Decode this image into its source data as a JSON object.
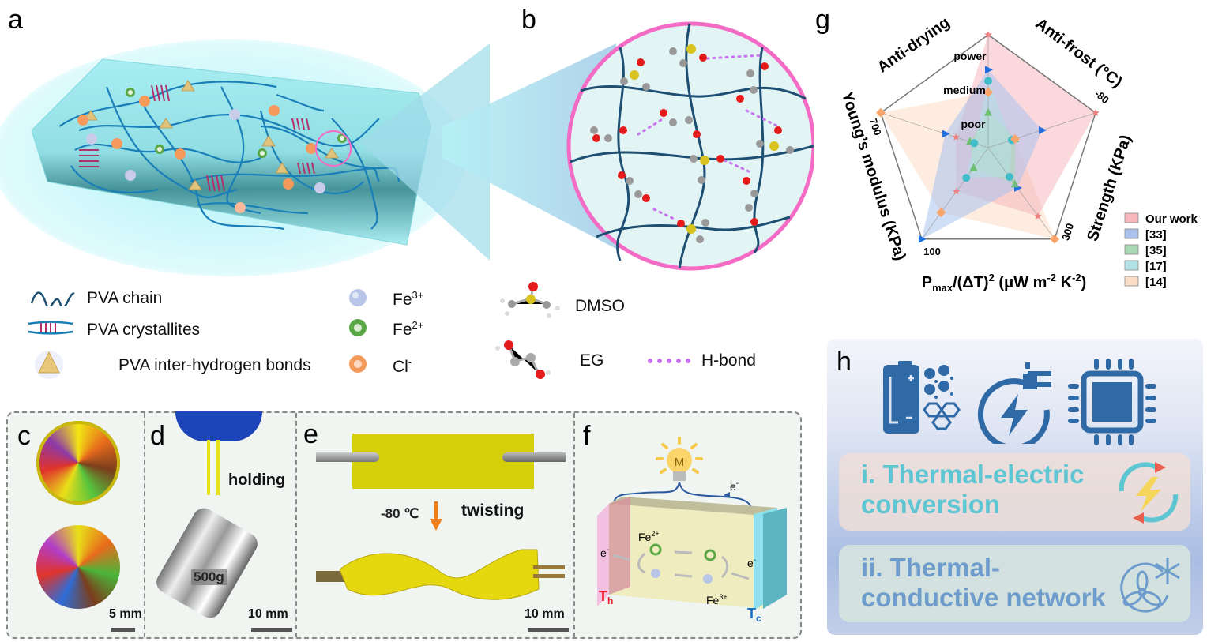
{
  "panels": {
    "a": {
      "label": "a"
    },
    "b": {
      "label": "b"
    },
    "c": {
      "label": "c",
      "scale": "5 mm"
    },
    "d": {
      "label": "d",
      "caption": "holding",
      "weight": "500g",
      "scale": "10 mm"
    },
    "e": {
      "label": "e",
      "temperature": "-80 ℃",
      "caption": "twisting",
      "scale": "10 mm"
    },
    "f": {
      "label": "f",
      "bulb": "M",
      "electron": "e",
      "electron_sup": "-",
      "fe2": "Fe",
      "fe2_sup": "2+",
      "fe3": "Fe",
      "fe3_sup": "3+",
      "hot": "T",
      "hot_sub": "h",
      "cold": "T",
      "cold_sub": "c"
    },
    "g": {
      "label": "g"
    },
    "h": {
      "label": "h",
      "icons": [
        "battery-material-icon",
        "power-plug-icon",
        "chip-icon"
      ],
      "item1": {
        "line1": "i. Thermal-electric",
        "line2": "conversion",
        "icon": "energy-cycle-icon"
      },
      "item2": {
        "line1": "ii. Thermal-",
        "line2": "conductive network",
        "icon": "fan-snowflake-icon"
      }
    }
  },
  "legend_a": {
    "pva_chain": "PVA chain",
    "pva_crystallites": "PVA crystallites",
    "pva_hbonds": "PVA inter-hydrogen bonds",
    "fe3": "Fe",
    "fe3_sup": "3+",
    "fe2": "Fe",
    "fe2_sup": "2+",
    "cl": "Cl",
    "cl_sup": "-",
    "dmso": "DMSO",
    "eg": "EG",
    "hbond": "H-bond"
  },
  "colors": {
    "hydrogel": "#8fe3ea",
    "pva": "#1a7fb8",
    "crystallite": "#b0306a",
    "fe3": "#b9c6ea",
    "fe2": "#5aa845",
    "cl": "#f39a5c",
    "hbond": "#c873f0",
    "zoom_ring": "#f36bc4",
    "h_icon": "#2f6aa6",
    "h_text1": "#5ec6d3",
    "h_text2": "#6e9ccc"
  },
  "chart_data": {
    "type": "radar",
    "title": "",
    "axes": [
      {
        "name": "Anti-drying",
        "tick": ""
      },
      {
        "name": "Anti-frost (°C)",
        "tick": "-80"
      },
      {
        "name": "Strength (KPa)",
        "tick": "300"
      },
      {
        "name": "P_max/(ΔT)^2 (μW m^-2 K^-2)",
        "tick": "100"
      },
      {
        "name": "Young’s modulus (KPa)",
        "tick": "700"
      }
    ],
    "axis_titles_display": {
      "anti_drying": "Anti-drying",
      "anti_frost": "Anti-frost (°C)",
      "strength": "Strength (KPa)",
      "pmax_main": "P",
      "pmax_sub": "max",
      "pmax_rest": "/(ΔT)",
      "pmax_sup2": "2",
      "pmax_unit": " (μW m",
      "pmax_sup_m": "-2",
      "pmax_k": " K",
      "pmax_sup_k": "-2",
      "pmax_close": ")",
      "youngs": "Young’s modulus (KPa)"
    },
    "qualitative_levels": [
      "poor",
      "medium",
      "power"
    ],
    "value_scale": "normalized 0-1 from center to outer vertex",
    "series": [
      {
        "name": "Our work",
        "color": "#f08080",
        "fill": "#f6b8bd",
        "marker": "star",
        "values": [
          1.0,
          1.0,
          0.75,
          0.48,
          0.3
        ]
      },
      {
        "name": "[33]",
        "color": "#1f6fe0",
        "fill": "#a9c3ee",
        "marker": "triangle-right",
        "values": [
          0.69,
          0.5,
          0.44,
          1.0,
          0.4
        ]
      },
      {
        "name": "[35]",
        "color": "#6fbf73",
        "fill": "#a9d9b3",
        "marker": "triangle-up",
        "values": [
          0.31,
          0.25,
          0.4,
          0.22,
          0.17
        ]
      },
      {
        "name": "[17]",
        "color": "#3fbcc8",
        "fill": "#b2e2e6",
        "marker": "circle",
        "values": [
          0.59,
          0.22,
          0.32,
          0.33,
          0.13
        ]
      },
      {
        "name": "[14]",
        "color": "#f7a56a",
        "fill": "#fbdcc4",
        "marker": "diamond",
        "values": [
          0.49,
          0.25,
          1.0,
          0.71,
          1.0
        ]
      }
    ],
    "legend_position": "bottom-right"
  }
}
